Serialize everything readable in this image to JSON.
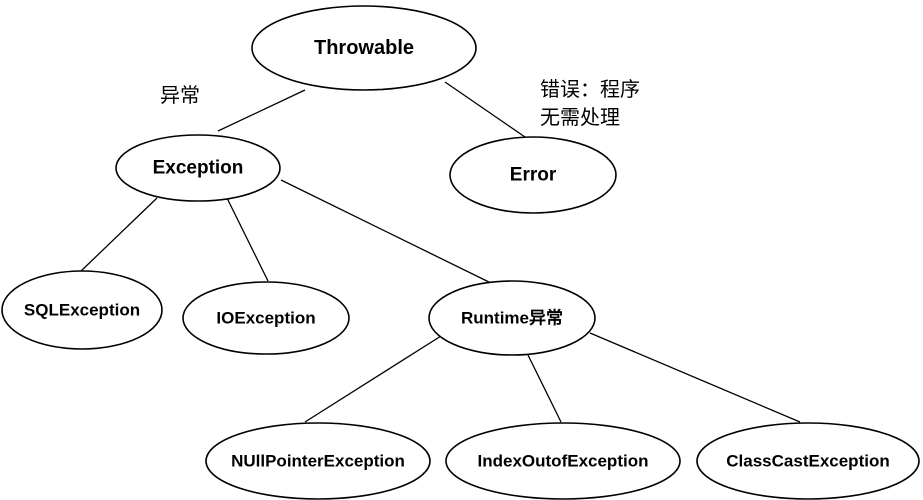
{
  "nodes": {
    "throwable": "Throwable",
    "exception": "Exception",
    "error": "Error",
    "sql_exception": "SQLException",
    "io_exception": "IOException",
    "runtime_exception": "Runtime异常",
    "null_pointer_exception": "NUllPointerException",
    "index_outof_exception": "IndexOutofException",
    "class_cast_exception": "ClassCastException"
  },
  "annotations": {
    "exception_note": "异常",
    "error_note_line1": "错误：程序",
    "error_note_line2": "无需处理"
  },
  "colors": {
    "stroke": "#000000",
    "fill": "#ffffff",
    "text": "#000000"
  }
}
